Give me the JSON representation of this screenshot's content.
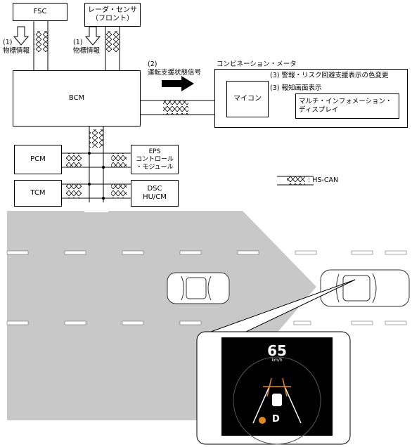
{
  "nodes": {
    "fsc": "FSC",
    "radar_line1": "レーダ・センサ",
    "radar_line2": "（フロント）",
    "bcm": "BCM",
    "pcm": "PCM",
    "tcm": "TCM",
    "eps_line1": "EPS",
    "eps_line2": "コントロール",
    "eps_line3": "・モジュール",
    "dsc_line1": "DSC",
    "dsc_line2": "HU/CM",
    "combination_meter": "コンビネーション・メータ",
    "micom": "マイコン",
    "multi_info_line1": "マルチ・インフォメーション・",
    "multi_info_line2": "ディスプレイ"
  },
  "signals": {
    "s1_num_fsc": "(1)",
    "s1_text_fsc": "物標情報",
    "s1_num_radar": "(1)",
    "s1_text_radar": "物標情報",
    "s2_num": "(2)",
    "s2_text": "運転支援状態信号",
    "s3a": "(3) 警報・リスク回避支援表示の色変更",
    "s3b": "(3) 報知画面表示"
  },
  "legend": {
    "label": ": HS-CAN"
  },
  "display": {
    "speed": "65",
    "unit": "km/h",
    "gear": "D"
  },
  "colors": {
    "road": "#c8c8c8",
    "display_bg": "#000000",
    "warning_orange": "#e08a1e"
  }
}
